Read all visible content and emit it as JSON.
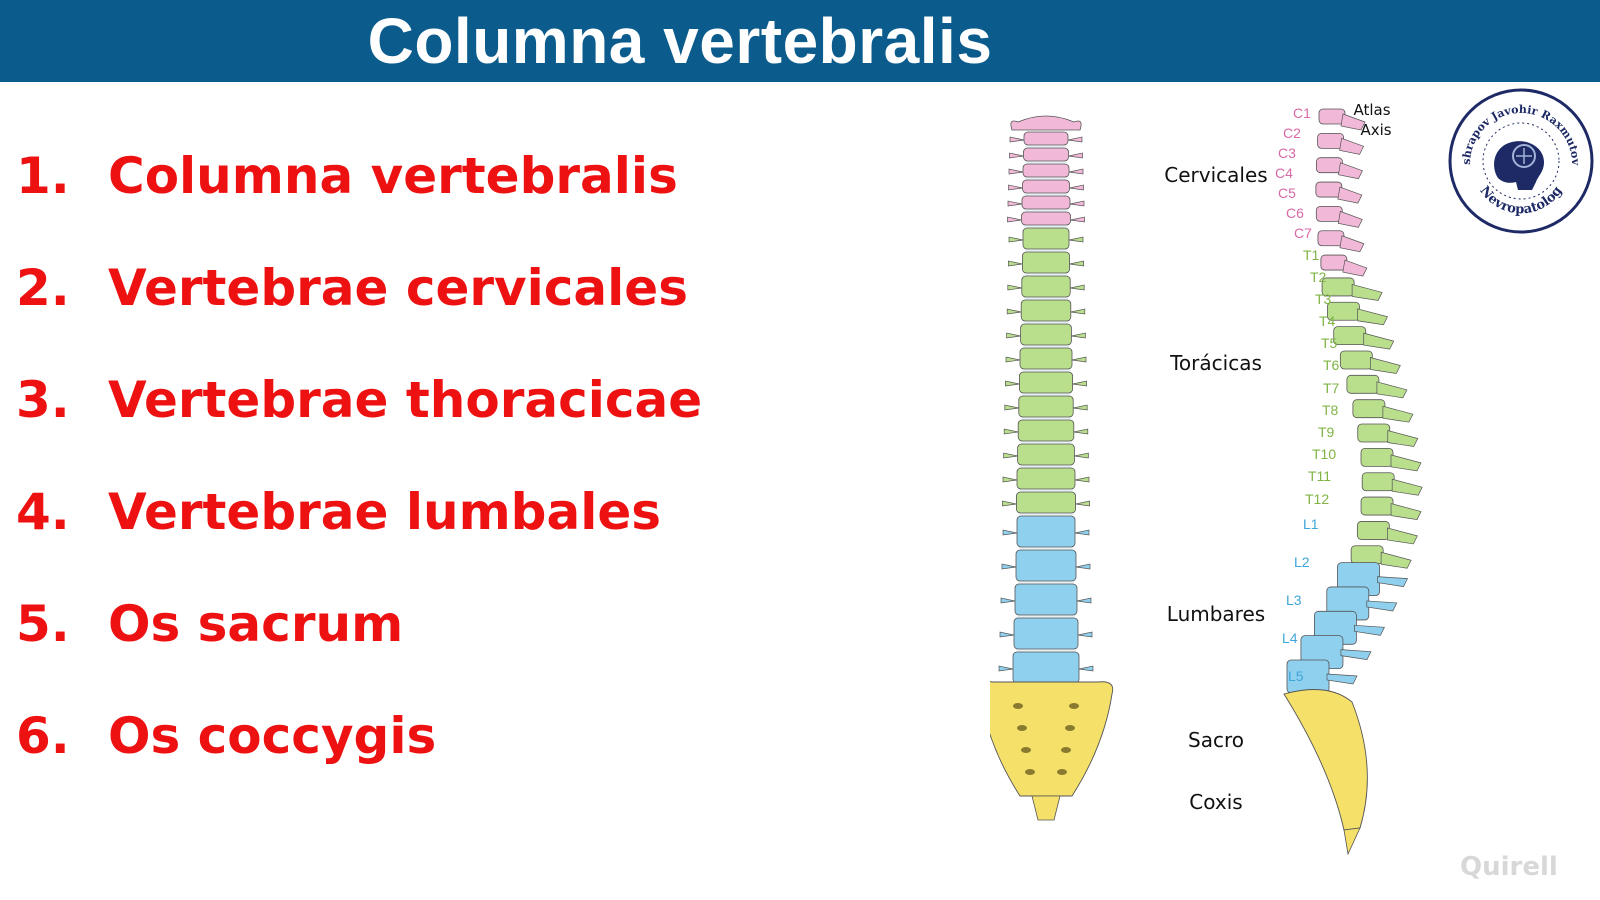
{
  "title": "Columna vertebralis",
  "list": [
    {
      "num": "1.",
      "label": "Columna vertebralis"
    },
    {
      "num": "2.",
      "label": "Vertebrae cervicales"
    },
    {
      "num": "3.",
      "label": "Vertebrae thoracicae"
    },
    {
      "num": "4.",
      "label": "Vertebrae lumbales"
    },
    {
      "num": "5.",
      "label": "Os sacrum"
    },
    {
      "num": "6.",
      "label": "Os coccygis"
    }
  ],
  "figure": {
    "regions": [
      "Cervicales",
      "Torácicas",
      "Lumbares",
      "Sacro",
      "Coxis"
    ],
    "atlas": "Atlas",
    "axis": "Axis",
    "cervical": [
      "C1",
      "C2",
      "C3",
      "C4",
      "C5",
      "C6",
      "C7"
    ],
    "thoracic": [
      "T1",
      "T2",
      "T3",
      "T4",
      "T5",
      "T6",
      "T7",
      "T8",
      "T9",
      "T10",
      "T11",
      "T12"
    ],
    "lumbar": [
      "L1",
      "L2",
      "L3",
      "L4",
      "L5"
    ],
    "colors": {
      "cervical": "#f2b8d8",
      "thoracic": "#b9de8c",
      "lumbar": "#8fd0ee",
      "sacral": "#f5e06a",
      "cervical_text": "#d76aa6",
      "thoracic_text": "#7fb444",
      "lumbar_text": "#3fa6d8"
    }
  },
  "seal": {
    "text_top": "Mashrapov Javohir Raxmutovich",
    "text_bottom": "Nevropatolog"
  },
  "watermark": "Quirell",
  "colors": {
    "header_bg": "#0b5c8c",
    "list_text": "#ee1111"
  }
}
